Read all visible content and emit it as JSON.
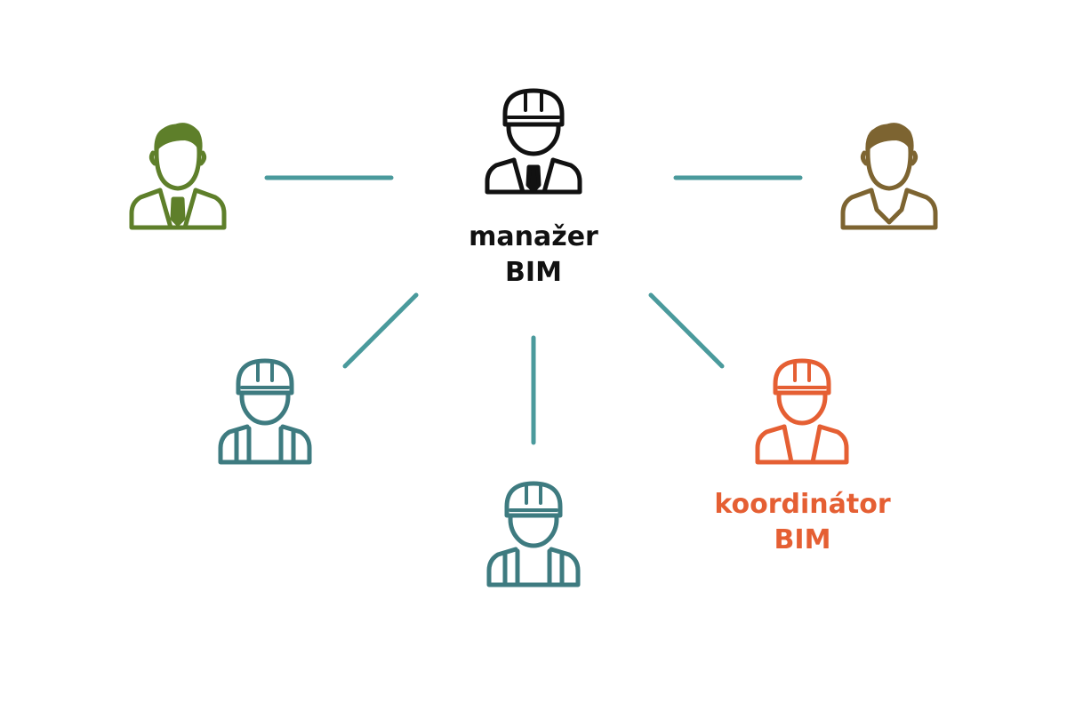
{
  "colors": {
    "line": "#4a9a9c",
    "manager": "#111111",
    "investor": "#5e7f2a",
    "client": "#7d6431",
    "worker": "#3e7b80",
    "coordinator": "#e55f33",
    "background": "#ffffff"
  },
  "icons": {
    "manager": "hard-hat-person-with-tie-icon",
    "investor": "person-with-tie-icon",
    "client": "person-with-collar-icon",
    "worker_left": "hard-hat-worker-icon",
    "worker_bottom": "hard-hat-worker-icon",
    "coordinator": "hard-hat-worker-icon"
  },
  "labels": {
    "manager": [
      "manažer",
      "BIM"
    ],
    "coordinator": [
      "koordinátor",
      "BIM"
    ]
  }
}
